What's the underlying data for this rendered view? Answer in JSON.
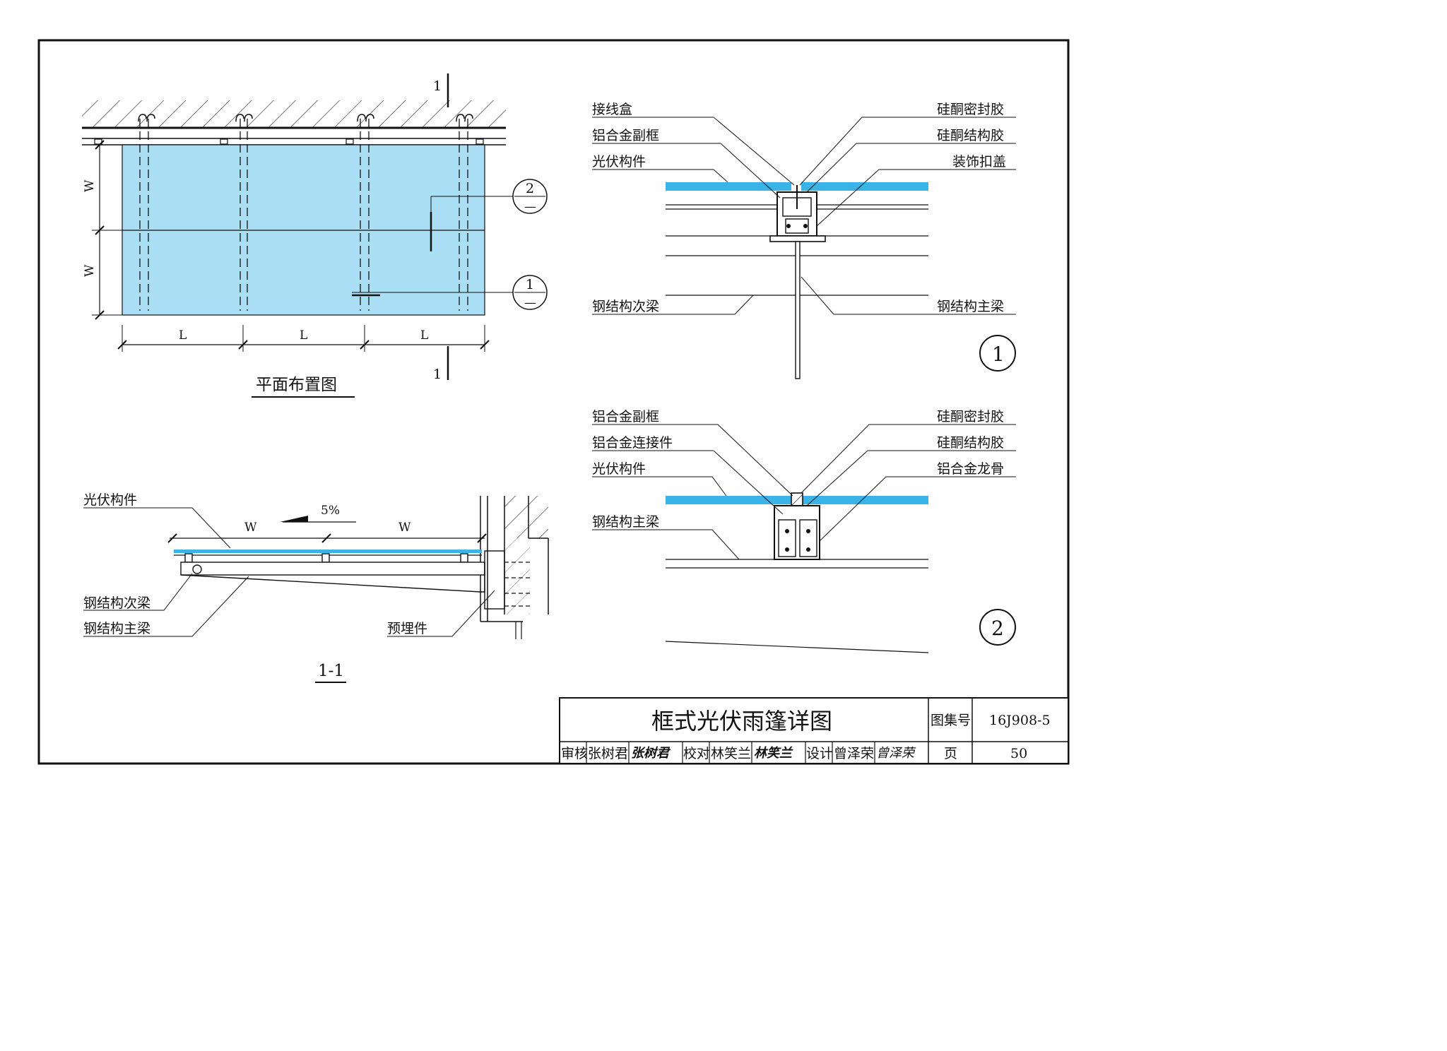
{
  "plan": {
    "title": "平面布置图",
    "section_mark": "1",
    "dim_w": "W",
    "dim_l": "L",
    "callout_1_num": "1",
    "callout_1_den": "—",
    "callout_2_num": "2",
    "callout_2_den": "—"
  },
  "section": {
    "title": "1-1",
    "slope": "5%",
    "dim_w": "W",
    "labels": {
      "pv": "光伏构件",
      "secondary_beam": "钢结构次梁",
      "main_beam": "钢结构主梁",
      "embedded": "预埋件"
    }
  },
  "detail1": {
    "number": "1",
    "labels_left": [
      "接线盒",
      "铝合金副框",
      "光伏构件",
      "钢结构次梁"
    ],
    "labels_right": [
      "硅酮密封胶",
      "硅酮结构胶",
      "装饰扣盖",
      "钢结构主梁"
    ]
  },
  "detail2": {
    "number": "2",
    "labels_left": [
      "铝合金副框",
      "铝合金连接件",
      "光伏构件",
      "钢结构主梁"
    ],
    "labels_right": [
      "硅酮密封胶",
      "硅酮结构胶",
      "铝合金龙骨"
    ]
  },
  "title_block": {
    "drawing_title": "框式光伏雨篷详图",
    "atlas_label": "图集号",
    "atlas_no": "16J908-5",
    "page_label": "页",
    "page_no": "50",
    "review_label": "审核",
    "review_name": "张树君",
    "check_label": "校对",
    "check_name": "林笑兰",
    "design_label": "设计",
    "design_name": "曾泽荣",
    "sig_review": "张树君",
    "sig_check": "林笑兰",
    "sig_design": "曾泽荣"
  },
  "colors": {
    "pv_glass": "#3ab4e6",
    "pv_fill": "#a9def4",
    "ink": "#111111"
  }
}
